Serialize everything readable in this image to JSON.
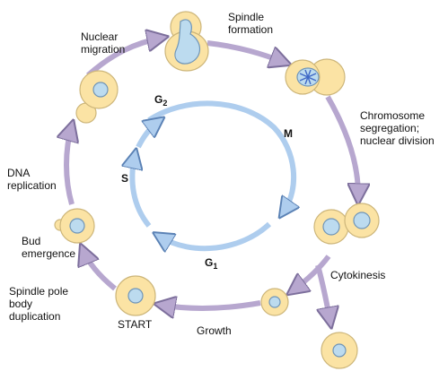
{
  "colors": {
    "cell_fill": "#fbe3a4",
    "cell_edge": "#cdb67a",
    "nucleus_fill": "#bcdbef",
    "nucleus_edge": "#6f95b8",
    "outer_arrow": "#b7a7cf",
    "outer_arrow_edge": "#7d6f9c",
    "inner_arrow": "#aecdee",
    "inner_arrow_edge": "#5b82b5",
    "spindle": "#3f68c6"
  },
  "labels": {
    "spindle_formation": "Spindle\nformation",
    "nuclear_migration": "Nuclear\nmigration",
    "chromosome_segregation": "Chromosome\nsegregation;\nnuclear division",
    "dna_replication": "DNA\nreplication",
    "bud_emergence": "Bud\nemergence",
    "cytokinesis": "Cytokinesis",
    "spindle_pole": "Spindle pole\nbody\nduplication",
    "start": "START",
    "growth": "Growth"
  },
  "phases": {
    "g2": {
      "letter": "G",
      "sub": "2"
    },
    "m": {
      "letter": "M"
    },
    "s": {
      "letter": "S"
    },
    "g1": {
      "letter": "G",
      "sub": "1"
    }
  }
}
